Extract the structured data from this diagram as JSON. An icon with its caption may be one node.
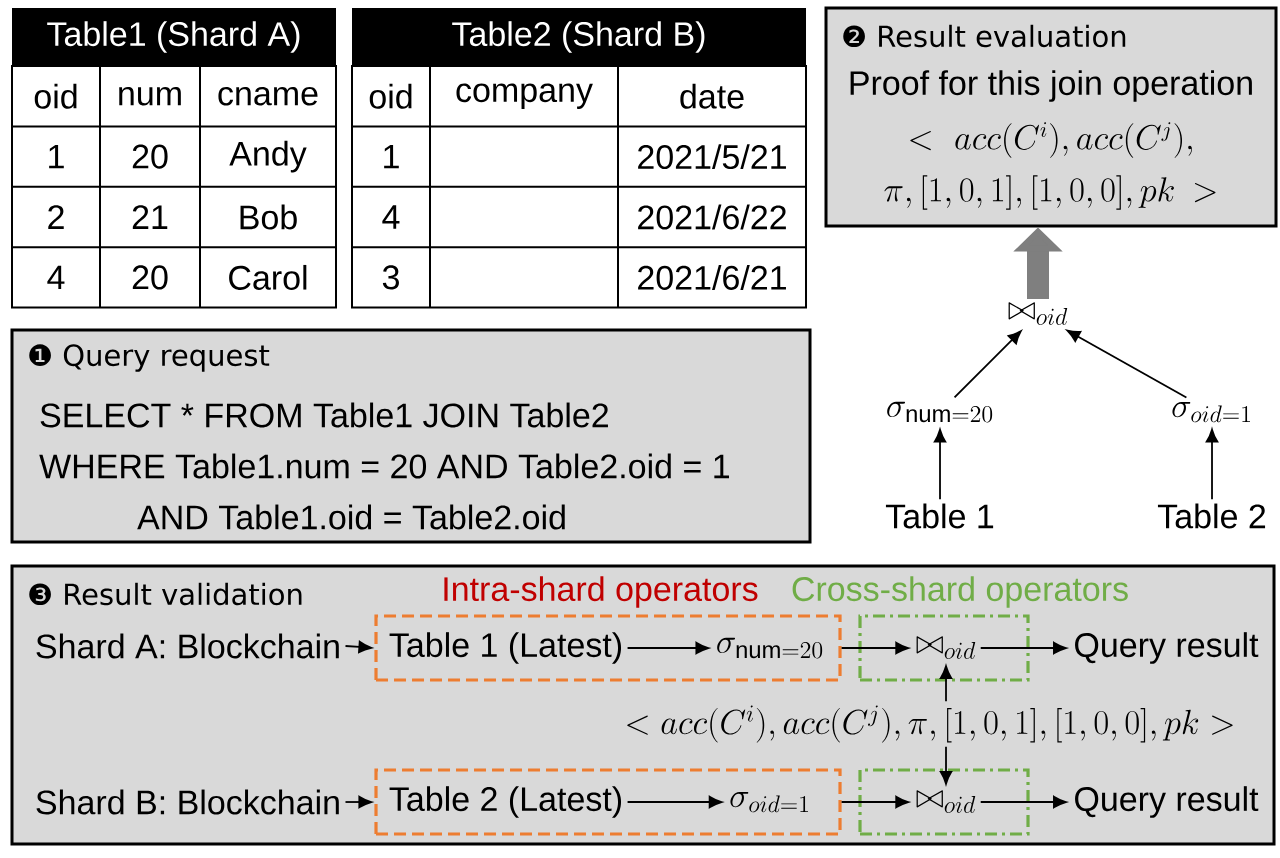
{
  "diagram": {
    "nodes": [
      {
        "text": [
          "❷ Result evaluation",
          "Proof for this join operation",
          "<acc(C^{i}),acc(C^{j}),\\allowbreak\\pi,[1,0,1],[1,0,0],pk>"
        ]
      },
      {
        "text": [
          "❶ Query request",
          "SELECT *  FROM Table1 JOIN Table2",
          "WHERE Table1.num = 20 AND Table2.oid = 1",
          "AND Table1.oid = Table2.oid"
        ]
      },
      {
        "text": [
          "\\bowtie_{oid}"
        ]
      },
      {
        "text": [
          "\\sigma_{\\mathrm{num}=20}"
        ]
      },
      {
        "text": [
          "\\sigma_{oid=1}"
        ]
      },
      {
        "text": [
          "Table 1"
        ]
      },
      {
        "text": [
          "Table 2"
        ]
      },
      {
        "text": [
          "❸ Result validation"
        ]
      },
      {
        "text": [
          "Shard A:  Blockchain"
        ],
        "in": 7
      },
      {
        "text": [],
        "shape": "box",
        "in": 7,
        "beside": [
          "Intra-shard operators"
        ]
      },
      {
        "text": [
          "Table 1 (Latest)"
        ],
        "in": 9
      },
      {
        "text": [
          "\\sigma_{\\mathrm{num}=20}"
        ],
        "in": 9
      },
      {
        "text": [],
        "shape": "box",
        "in": 7,
        "beside": [
          "Cross-shard operators"
        ]
      },
      {
        "text": [
          "\\bowtie_{oid}"
        ],
        "in": 12
      },
      {
        "text": [
          "Query result"
        ],
        "in": 7
      },
      {
        "text": [
          "<acc(C^{i}),acc(C^{j}),\\pi,[1,0,1],[1,0,0],pk>"
        ],
        "in": 7
      },
      {
        "text": [
          "Shard B:  Blockchain"
        ],
        "in": 7
      },
      {
        "text": [],
        "shape": "box",
        "in": 7
      },
      {
        "text": [
          "Table 2 (Latest)"
        ],
        "in": 17
      },
      {
        "text": [
          "\\sigma_{oid=1}"
        ],
        "in": 17
      },
      {
        "text": [],
        "shape": "box",
        "in": 7
      },
      {
        "text": [
          "\\bowtie_{oid}"
        ],
        "in": 20
      },
      {
        "text": [
          "Query result"
        ],
        "in": 7
      }
    ],
    "edges": [
      {
        "from": 5,
        "to": 3,
        "arrow": "to"
      },
      {
        "from": 6,
        "to": 4,
        "arrow": "to"
      },
      {
        "from": 3,
        "to": 2,
        "arrow": "to"
      },
      {
        "from": 4,
        "to": 2,
        "arrow": "to"
      },
      {
        "from": 2,
        "to": 0,
        "arrow": "to",
        "style": "thick",
        "color": "#7f7f7f"
      },
      {
        "from": 8,
        "to": 9,
        "arrow": "to"
      },
      {
        "from": 10,
        "to": 11,
        "arrow": "to"
      },
      {
        "from": 9,
        "to": 13,
        "arrow": "to"
      },
      {
        "from": 13,
        "to": 14,
        "arrow": "to"
      },
      {
        "from": 15,
        "to": 13,
        "arrow": "to"
      },
      {
        "from": 15,
        "to": 21,
        "arrow": "to"
      },
      {
        "from": 16,
        "to": 17,
        "arrow": "to"
      },
      {
        "from": 18,
        "to": 19,
        "arrow": "to"
      },
      {
        "from": 17,
        "to": 21,
        "arrow": "to"
      },
      {
        "from": 21,
        "to": 22,
        "arrow": "to"
      }
    ],
    "labels": [
      "Table1 (Shard A)",
      "oid",
      "num",
      "cname",
      "1",
      "20",
      "Andy",
      "2",
      "21",
      "Bob",
      "4",
      "20",
      "Carol",
      "Table2 (Shard B)",
      "oid",
      "company",
      "date",
      "1",
      "2021/5/21",
      "4",
      "2021/6/22",
      "3",
      "2021/6/21"
    ]
  }
}
